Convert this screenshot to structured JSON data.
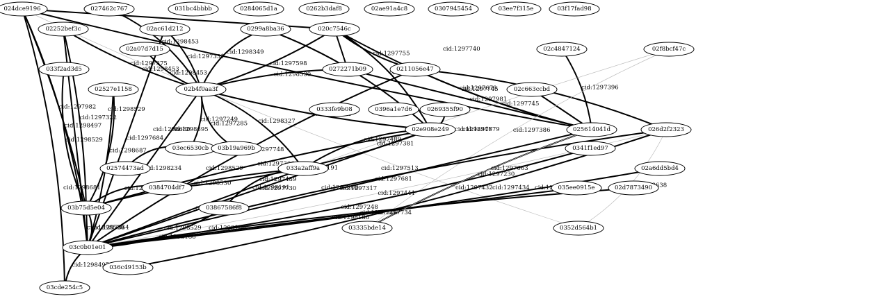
{
  "nodes": [
    {
      "id": "n_024dce9196",
      "label": "024dce9196"
    },
    {
      "id": "n_027462c767",
      "label": "027462c767"
    },
    {
      "id": "n_031bc4bbbb",
      "label": "031bc4bbbb"
    },
    {
      "id": "n_0284065d1a",
      "label": "0284065d1a"
    },
    {
      "id": "n_0262b3daf8",
      "label": "0262b3daf8"
    },
    {
      "id": "n_02ae91a4c8",
      "label": "02ae91a4c8"
    },
    {
      "id": "n_0307945454",
      "label": "0307945454"
    },
    {
      "id": "n_03ee7f315e",
      "label": "03ee7f315e"
    },
    {
      "id": "n_03f17fad98",
      "label": "03f17fad98"
    },
    {
      "id": "n_02252bef3c",
      "label": "02252bef3c"
    },
    {
      "id": "n_02ac61d212",
      "label": "02ac61d212"
    },
    {
      "id": "n_0299a8ba36",
      "label": "0299a8ba36"
    },
    {
      "id": "n_020c7546c",
      "label": "020c7546c"
    },
    {
      "id": "n_02a07d7d15",
      "label": "02a07d7d15"
    },
    {
      "id": "n_02c4847124",
      "label": "02c4847124"
    },
    {
      "id": "n_02f8bcf47c",
      "label": "02f8bcf47c"
    },
    {
      "id": "n_033f2ad3d5",
      "label": "033f2ad3d5"
    },
    {
      "id": "n_0272271b09",
      "label": "0272271b09"
    },
    {
      "id": "n_0211056e47",
      "label": "0211056e47"
    },
    {
      "id": "n_02527e1158",
      "label": "02527e1158"
    },
    {
      "id": "n_02b4f0aa3f",
      "label": "02b4f0aa3f"
    },
    {
      "id": "n_02c663ccbd",
      "label": "02c663ccbd"
    },
    {
      "id": "n_0333fe9b08",
      "label": "0333fe9b08"
    },
    {
      "id": "n_0396a1e7d6",
      "label": "0396a1e7d6"
    },
    {
      "id": "n_0269355f90",
      "label": "0269355f90"
    },
    {
      "id": "n_02e908e249",
      "label": "02e908e249"
    },
    {
      "id": "n_025614041d",
      "label": "025614041d"
    },
    {
      "id": "n_026d2f2323",
      "label": "026d2f2323"
    },
    {
      "id": "n_03ec6530cb",
      "label": "03ec6530cb"
    },
    {
      "id": "n_03b19a969b",
      "label": "03b19a969b"
    },
    {
      "id": "n_0341f1ed97",
      "label": "0341f1ed97"
    },
    {
      "id": "n_02574473ad",
      "label": "02574473ad"
    },
    {
      "id": "n_033a2aff9a",
      "label": "033a2aff9a"
    },
    {
      "id": "n_02a6dd5bd4",
      "label": "02a6dd5bd4"
    },
    {
      "id": "n_0384704df7",
      "label": "0384704df7"
    },
    {
      "id": "n_035ee0915e",
      "label": "035ee0915e"
    },
    {
      "id": "n_02d7873490",
      "label": "02d7873490"
    },
    {
      "id": "n_03b75d5e04",
      "label": "03b75d5e04"
    },
    {
      "id": "n_03867586f8",
      "label": "03867586f8"
    },
    {
      "id": "n_03335bde14",
      "label": "03335bde14"
    },
    {
      "id": "n_0352d564b1",
      "label": "0352d564b1"
    },
    {
      "id": "n_03c0b01e01",
      "label": "03c0b01e01"
    },
    {
      "id": "n_036c49153b",
      "label": "036c49153b"
    },
    {
      "id": "n_03cde254c5",
      "label": "03cde254c5"
    }
  ],
  "edges": [
    {
      "from": "n_024dce9196",
      "to": "n_03c0b01e01",
      "label": "cid:1298497",
      "weight": "heavy"
    },
    {
      "from": "n_024dce9196",
      "to": "n_03b75d5e04",
      "label": "cid:1297982",
      "weight": "heavy"
    },
    {
      "from": "n_024dce9196",
      "to": "n_020c7546c",
      "label": "",
      "weight": "heavy"
    },
    {
      "from": "n_024dce9196",
      "to": "n_025614041d",
      "label": "",
      "weight": "heavy"
    },
    {
      "from": "n_024dce9196",
      "to": "n_0352d564b1",
      "label": "",
      "weight": "light"
    },
    {
      "from": "n_024dce9196",
      "to": "n_03cde254c5",
      "label": "",
      "weight": "heavy"
    },
    {
      "from": "n_02252bef3c",
      "to": "n_03b75d5e04",
      "label": "cid:1297322",
      "weight": "heavy"
    },
    {
      "from": "n_02252bef3c",
      "to": "n_03c0b01e01",
      "label": "",
      "weight": "heavy"
    },
    {
      "from": "n_02252bef3c",
      "to": "n_02b4f0aa3f",
      "label": "cid:1297375",
      "weight": "heavy"
    },
    {
      "from": "n_033f2ad3d5",
      "to": "n_03b75d5e04",
      "label": "cid:1298529",
      "weight": "heavy"
    },
    {
      "from": "n_027462c767",
      "to": "n_02b4f0aa3f",
      "label": "cid:1298453",
      "weight": "heavy"
    },
    {
      "from": "n_02ac61d212",
      "to": "n_02b4f0aa3f",
      "label": "cid:1297331",
      "weight": "heavy"
    },
    {
      "from": "n_02ac61d212",
      "to": "n_03c0b01e01",
      "label": "cid:1297684",
      "weight": "heavy"
    },
    {
      "from": "n_02a07d7d15",
      "to": "n_02b4f0aa3f",
      "label": "cid:1298453",
      "weight": "heavy"
    },
    {
      "from": "n_0299a8ba36",
      "to": "n_02b4f0aa3f",
      "label": "cid:1298349",
      "weight": "heavy"
    },
    {
      "from": "n_0299a8ba36",
      "to": "n_02e908e249",
      "label": "",
      "weight": "heavy"
    },
    {
      "from": "n_020c7546c",
      "to": "n_02b4f0aa3f",
      "label": "cid:1297598",
      "weight": "heavy"
    },
    {
      "from": "n_020c7546c",
      "to": "n_0272271b09",
      "label": "",
      "weight": "heavy"
    },
    {
      "from": "n_020c7546c",
      "to": "n_0211056e47",
      "label": "cid:1297755",
      "weight": "heavy"
    },
    {
      "from": "n_020c7546c",
      "to": "n_025614041d",
      "label": "cid:1297679",
      "weight": "heavy"
    },
    {
      "from": "n_020c7546c",
      "to": "n_02e908e249",
      "label": "cid:1297678",
      "weight": "heavy"
    },
    {
      "from": "n_02b4f0aa3f",
      "to": "n_0272271b09",
      "label": "cid:1298530",
      "weight": "heavy"
    },
    {
      "from": "n_02b4f0aa3f",
      "to": "n_03c0b01e01",
      "label": "cid:1298234",
      "weight": "heavy"
    },
    {
      "from": "n_02b4f0aa3f",
      "to": "n_02e908e249",
      "label": "cid:1297499",
      "weight": "heavy"
    },
    {
      "from": "n_02b4f0aa3f",
      "to": "n_03b19a969b",
      "label": "cid:1297285",
      "weight": "heavy"
    },
    {
      "from": "n_02b4f0aa3f",
      "to": "n_033a2aff9a",
      "label": "cid:1298327",
      "weight": "heavy"
    },
    {
      "from": "n_02b4f0aa3f",
      "to": "n_03ec6530cb",
      "label": "cid:1297249",
      "weight": "heavy"
    },
    {
      "from": "n_0272271b09",
      "to": "n_025614041d",
      "label": "cid:1297981",
      "weight": "heavy"
    },
    {
      "from": "n_0211056e47",
      "to": "n_025614041d",
      "label": "cid:1297745",
      "weight": "heavy"
    },
    {
      "from": "n_0211056e47",
      "to": "n_03c0b01e01",
      "label": "cid:1297748",
      "weight": "heavy"
    },
    {
      "from": "n_0211056e47",
      "to": "n_026d2f2323",
      "label": "",
      "weight": "heavy"
    },
    {
      "from": "n_02c4847124",
      "to": "n_025614041d",
      "label": "cid:1297396",
      "weight": "heavy"
    },
    {
      "from": "n_02c663ccbd",
      "to": "n_025614041d",
      "label": "",
      "weight": "heavy"
    },
    {
      "from": "n_02f8bcf47c",
      "to": "n_03c0b01e01",
      "label": "cid:1297381",
      "weight": "light"
    },
    {
      "from": "n_02f8bcf47c",
      "to": "n_03335bde14",
      "label": "cid:1297386",
      "weight": "light"
    },
    {
      "from": "n_02527e1158",
      "to": "n_03b75d5e04",
      "label": "cid:1298687",
      "weight": "heavy"
    },
    {
      "from": "n_02527e1158",
      "to": "n_03c0b01e01",
      "label": "cid:1298455",
      "weight": "heavy"
    },
    {
      "from": "n_02e908e249",
      "to": "n_03c0b01e01",
      "label": "cid:1297730",
      "weight": "heavy"
    },
    {
      "from": "n_02e908e249",
      "to": "n_03b75d5e04",
      "label": "cid:1297366",
      "weight": "heavy"
    },
    {
      "from": "n_02e908e249",
      "to": "n_033a2aff9a",
      "label": "cid:1297489",
      "weight": "heavy"
    },
    {
      "from": "n_02e908e249",
      "to": "n_0384704df7",
      "label": "cid:1298191",
      "weight": "heavy"
    },
    {
      "from": "n_0269355f90",
      "to": "n_02e908e249",
      "label": "",
      "weight": "heavy"
    },
    {
      "from": "n_025614041d",
      "to": "n_03c0b01e01",
      "label": "cid:1297317",
      "weight": "heavy"
    },
    {
      "from": "n_025614041d",
      "to": "n_03335bde14",
      "label": "cid:1297230",
      "weight": "heavy"
    },
    {
      "from": "n_026d2f2323",
      "to": "n_03c0b01e01",
      "label": "cid:1297681",
      "weight": "heavy"
    },
    {
      "from": "n_026d2f2323",
      "to": "n_0352d564b1",
      "label": "cid:1298638",
      "weight": "light"
    },
    {
      "from": "n_026d2f2323",
      "to": "n_03c0b01e01",
      "label": "cid:1297441",
      "weight": "light"
    },
    {
      "from": "n_033a2aff9a",
      "to": "n_03c0b01e01",
      "label": "cid:1297207",
      "weight": "heavy"
    },
    {
      "from": "n_033a2aff9a",
      "to": "n_03b75d5e04",
      "label": "cid:1298530",
      "weight": "heavy"
    },
    {
      "from": "n_033a2aff9a",
      "to": "n_03867586f8",
      "label": "cid:1297489",
      "weight": "heavy"
    },
    {
      "from": "n_0341f1ed97",
      "to": "n_03c0b01e01",
      "label": "cid:1297248",
      "weight": "heavy"
    },
    {
      "from": "n_02a6dd5bd4",
      "to": "n_03c0b01e01",
      "label": "cid:1297734",
      "weight": "heavy"
    },
    {
      "from": "n_035ee0915e",
      "to": "n_03c0b01e01",
      "label": "cid:1298186",
      "weight": "heavy"
    },
    {
      "from": "n_02d7873490",
      "to": "n_03c0b01e01",
      "label": "cid:1297546",
      "weight": "heavy"
    },
    {
      "from": "n_0384704df7",
      "to": "n_03b75d5e04",
      "label": "cid:1298243",
      "weight": "heavy"
    },
    {
      "from": "n_03867586f8",
      "to": "n_03c0b01e01",
      "label": "cid:1298186",
      "weight": "heavy"
    },
    {
      "from": "n_03b75d5e04",
      "to": "n_03c0b01e01",
      "label": "cid:1297364",
      "weight": "heavy"
    },
    {
      "from": "n_03b75d5e04",
      "to": "n_03c0b01e01",
      "label": "cid:1298530",
      "weight": "heavy"
    },
    {
      "from": "n_03c0b01e01",
      "to": "n_03cde254c5",
      "label": "cid:1298497",
      "weight": "heavy"
    },
    {
      "from": "n_036c49153b",
      "to": "n_026d2f2323",
      "label": "",
      "weight": "heavy"
    },
    {
      "from": "n_02574473ad",
      "to": "n_03ec6530cb",
      "label": "",
      "weight": "heavy"
    },
    {
      "from": "n_03335bde14",
      "to": "n_025614041d",
      "label": "",
      "weight": "light"
    }
  ],
  "extra_labels": [
    "cid:1298453",
    "cid:1297740",
    "cid:1298680",
    "cid:1298695",
    "cid:1298347",
    "cid:1297679",
    "cid:1297513",
    "cid:1297663",
    "cid:1297432",
    "cid:1297434",
    "cid:1297532",
    "cid:1297208",
    "cid:1298681",
    "cid:1298529",
    "cid:1298186",
    "cid:1298191",
    "cid:1297745",
    "cid:1298529",
    "cid:1298529"
  ]
}
